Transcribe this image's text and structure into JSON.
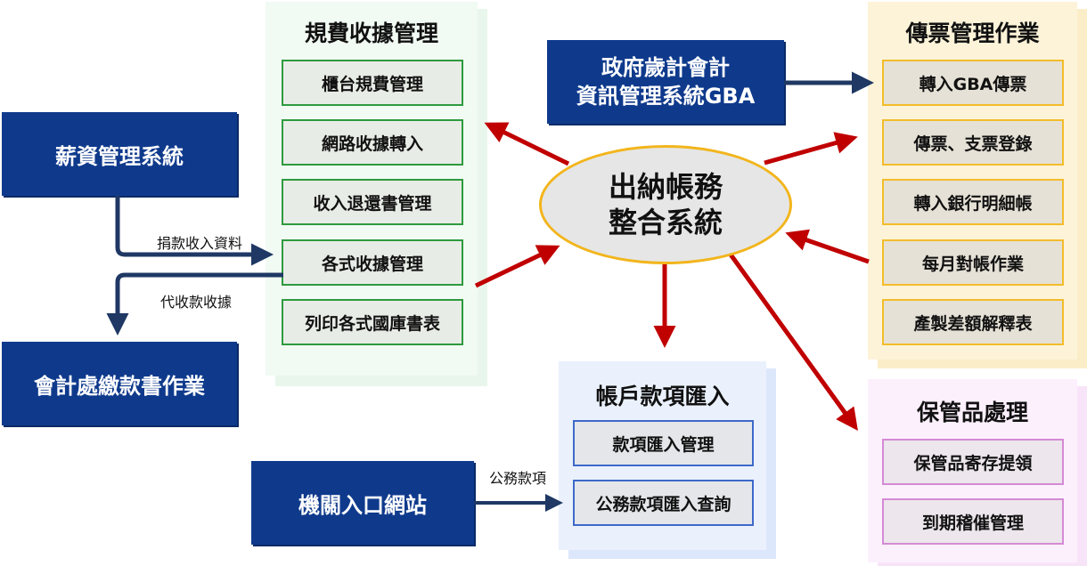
{
  "center": {
    "line1": "出納帳務",
    "line2": "整合系統"
  },
  "groups": {
    "fees": {
      "title": "規費收據管理",
      "items": [
        "櫃台規費管理",
        "網路收據轉入",
        "收入退還書管理",
        "各式收據管理",
        "列印各式國庫書表"
      ]
    },
    "vouchers": {
      "title": "傳票管理作業",
      "items": [
        "轉入GBA傳票",
        "傳票、支票登錄",
        "轉入銀行明細帳",
        "每月對帳作業",
        "產製差額解釋表"
      ]
    },
    "accounts": {
      "title": "帳戶款項匯入",
      "items": [
        "款項匯入管理",
        "公務款項匯入查詢"
      ]
    },
    "custody": {
      "title": "保管品處理",
      "items": [
        "保管品寄存提領",
        "到期稽催管理"
      ]
    }
  },
  "systems": {
    "salary": "薪資管理系統",
    "accounting": "會計處繳款書作業",
    "portal": "機關入口網站",
    "gba_line1": "政府歲計會計",
    "gba_line2": "資訊管理系統GBA"
  },
  "labels": {
    "donation": "捐款收入資料",
    "collect": "代收款收據",
    "public": "公務款項"
  },
  "colors": {
    "system_blue": "#0f3a8c",
    "arrow_red": "#c00000",
    "connector_navy": "#1f3864",
    "ellipse_border": "#f2b51c",
    "green_border": "#2e9a3e",
    "orange_border": "#f2bd2b",
    "blue_border": "#3e69c9",
    "pink_border": "#d48ad6"
  }
}
